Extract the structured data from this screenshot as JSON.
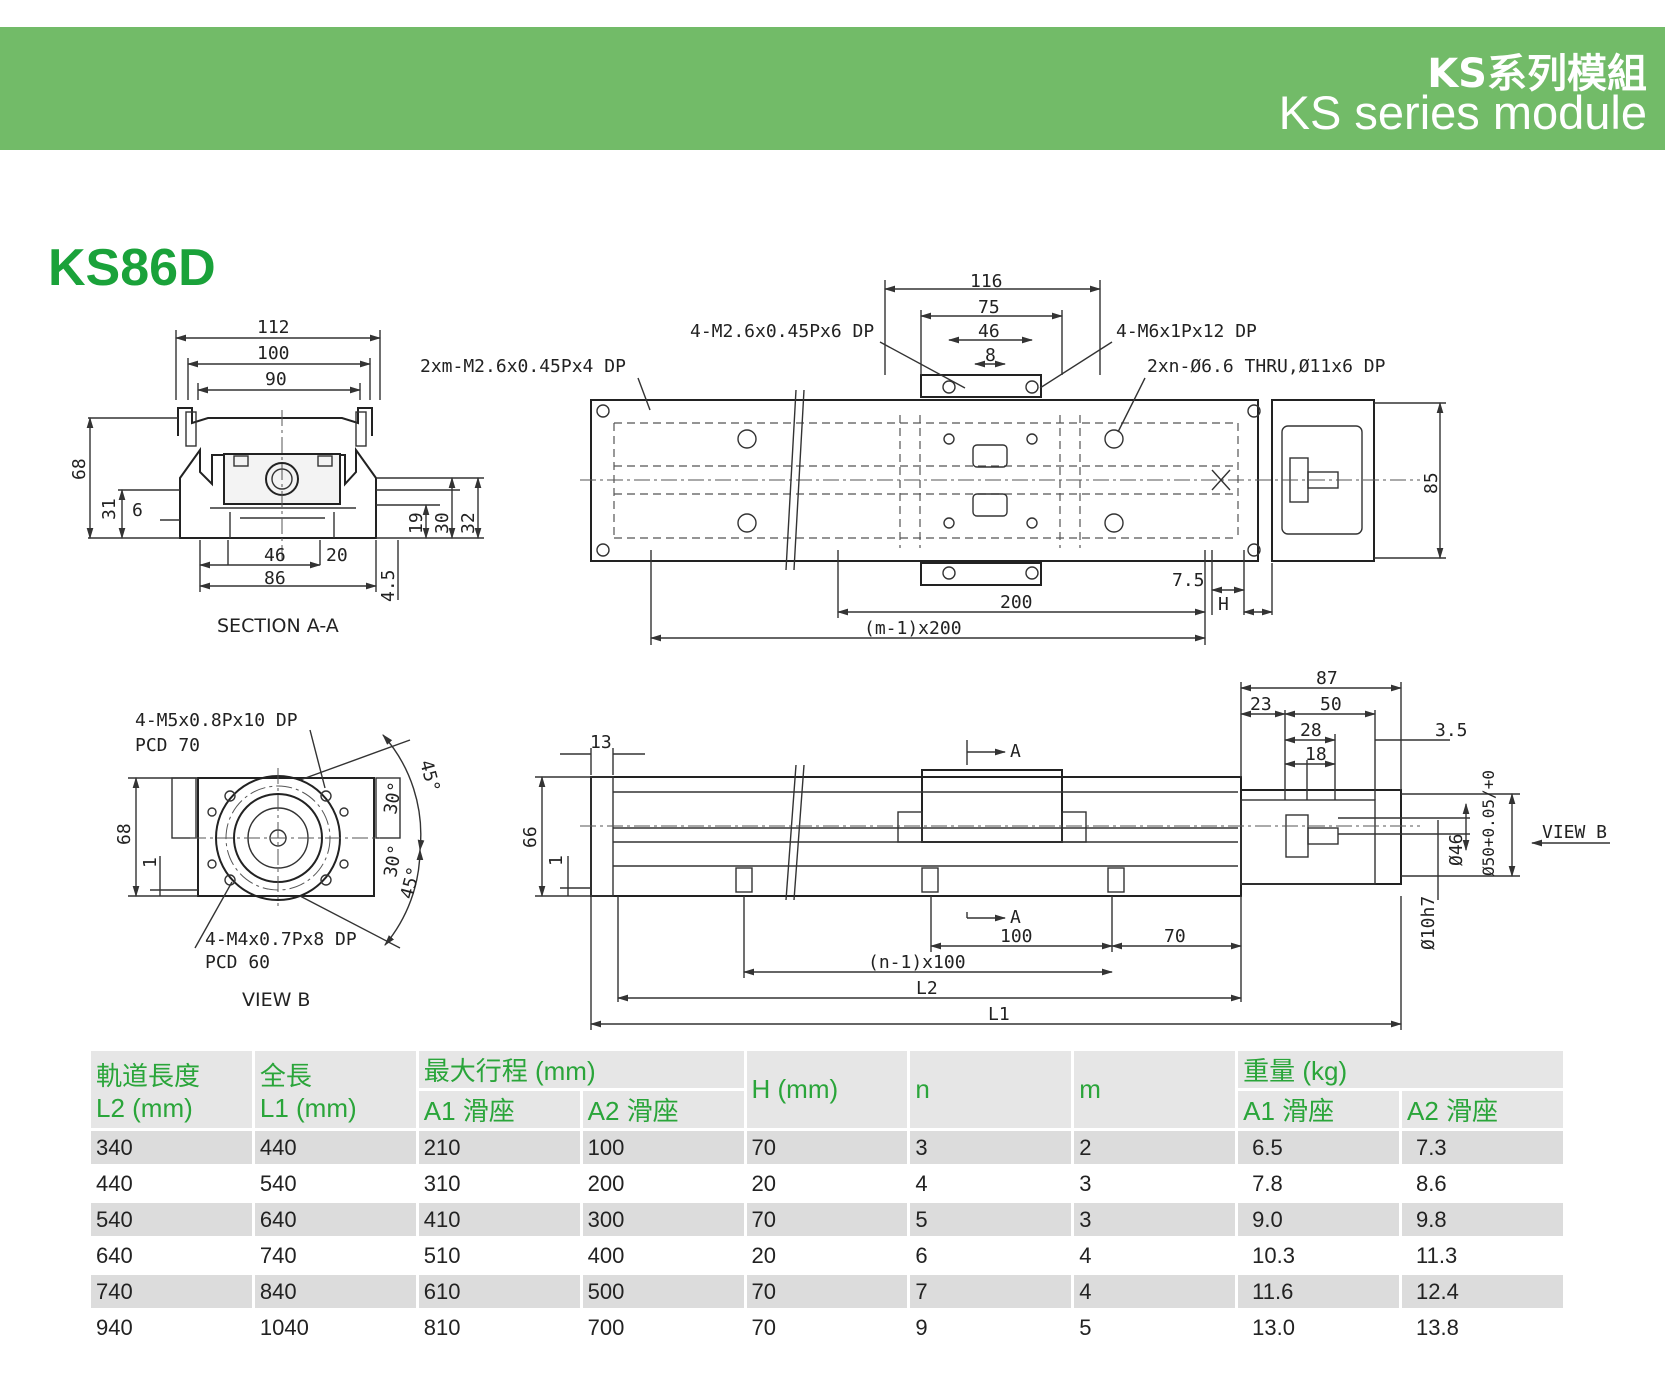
{
  "banner": {
    "title_zh": "KS系列模組",
    "title_en": "KS series module"
  },
  "model": "KS86D",
  "section_aa": {
    "caption": "SECTION A-A",
    "dims": [
      "112",
      "100",
      "90",
      "68",
      "31",
      "6",
      "46",
      "20",
      "86",
      "19",
      "30",
      "32",
      "4.5"
    ]
  },
  "top_view": {
    "callouts": [
      "4-M2.6x0.45Px6 DP",
      "4-M6x1Px12 DP",
      "2xm-M2.6x0.45Px4 DP",
      "2xn-Ø6.6 THRU,Ø11x6 DP"
    ],
    "dims": [
      "116",
      "75",
      "46",
      "8",
      "85",
      "7.5",
      "H",
      "200",
      "(m-1)x200"
    ]
  },
  "view_b": {
    "caption": "VIEW B",
    "callout_1": "4-M5x0.8Px10 DP",
    "pcd_1": "PCD 70",
    "callout_2": "4-M4x0.7Px8 DP",
    "pcd_2": "PCD 60",
    "dims": [
      "68",
      "1",
      "45°",
      "30°",
      "30°",
      "45°"
    ]
  },
  "side_view": {
    "view_b_label": "VIEW B",
    "section_mark": "A",
    "dims": [
      "13",
      "66",
      "1",
      "87",
      "23",
      "50",
      "28",
      "18",
      "3.5",
      "Ø46",
      "Ø50+0.05/+0",
      "Ø10h7",
      "100",
      "70",
      "(n-1)x100",
      "L2",
      "L1"
    ]
  },
  "table": {
    "headers": {
      "rail": "軌道長度",
      "rail_unit": "L2 (mm)",
      "total": "全長",
      "total_unit": "L1 (mm)",
      "stroke": "最大行程 (mm)",
      "stroke_a1": "A1 滑座",
      "stroke_a2": "A2 滑座",
      "h": "H (mm)",
      "n": "n",
      "m": "m",
      "weight": "重量 (kg)",
      "weight_a1": "A1 滑座",
      "weight_a2": "A2 滑座"
    },
    "rows": [
      [
        "340",
        "440",
        "210",
        "100",
        "70",
        "3",
        "2",
        "6.5",
        "7.3"
      ],
      [
        "440",
        "540",
        "310",
        "200",
        "20",
        "4",
        "3",
        "7.8",
        "8.6"
      ],
      [
        "540",
        "640",
        "410",
        "300",
        "70",
        "5",
        "3",
        "9.0",
        "9.8"
      ],
      [
        "640",
        "740",
        "510",
        "400",
        "20",
        "6",
        "4",
        "10.3",
        "11.3"
      ],
      [
        "740",
        "840",
        "610",
        "500",
        "70",
        "7",
        "4",
        "11.6",
        "12.4"
      ],
      [
        "940",
        "1040",
        "810",
        "700",
        "70",
        "9",
        "5",
        "13.0",
        "13.8"
      ]
    ]
  }
}
